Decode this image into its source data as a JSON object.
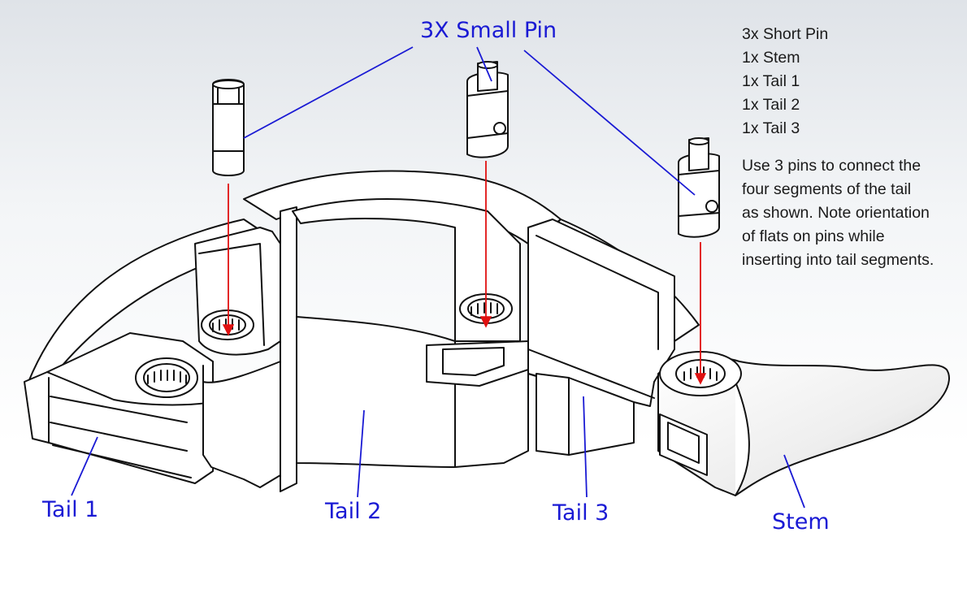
{
  "title": "3X Small Pin",
  "parts_list": [
    "3x Short Pin",
    "1x Stem",
    "1x Tail 1",
    "1x Tail 2",
    "1x Tail 3"
  ],
  "instruction_lines": [
    "Use 3 pins to connect the",
    "four segments of the tail",
    "as shown. Note orientation",
    "of flats on pins while",
    "inserting into tail segments."
  ],
  "labels": {
    "tail1": "Tail 1",
    "tail2": "Tail 2",
    "tail3": "Tail 3",
    "stem": "Stem"
  },
  "colors": {
    "callout": "#1a1ad4",
    "insert_arrow": "#e01010",
    "outline": "#111111",
    "part_fill": "#ffffff"
  }
}
